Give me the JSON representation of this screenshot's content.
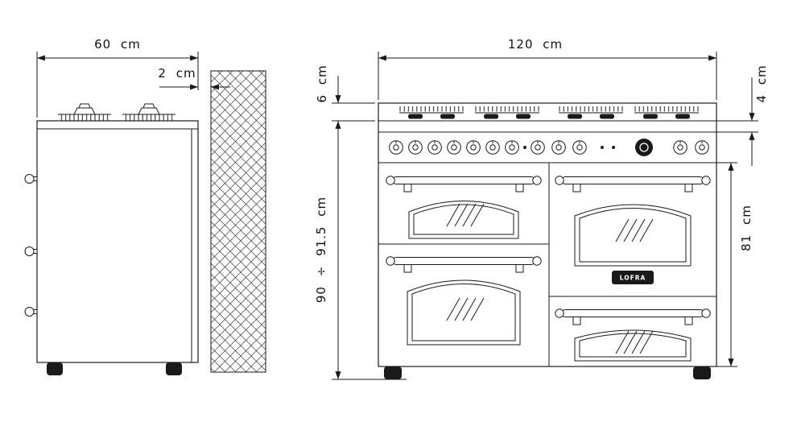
{
  "drawing": {
    "line_color": "#1a1a1a"
  },
  "side_view": {
    "depth_label": "60 cm",
    "wall_clearance_label": "2 cm"
  },
  "front_view": {
    "width_label": "120 cm",
    "upstand_height_label": "6 cm",
    "worktop_edge_label": "4 cm",
    "overall_height_label": "90 ÷ 91.5 cm",
    "oven_section_height_label": "81 cm",
    "brand_logo": "LOFRA"
  }
}
